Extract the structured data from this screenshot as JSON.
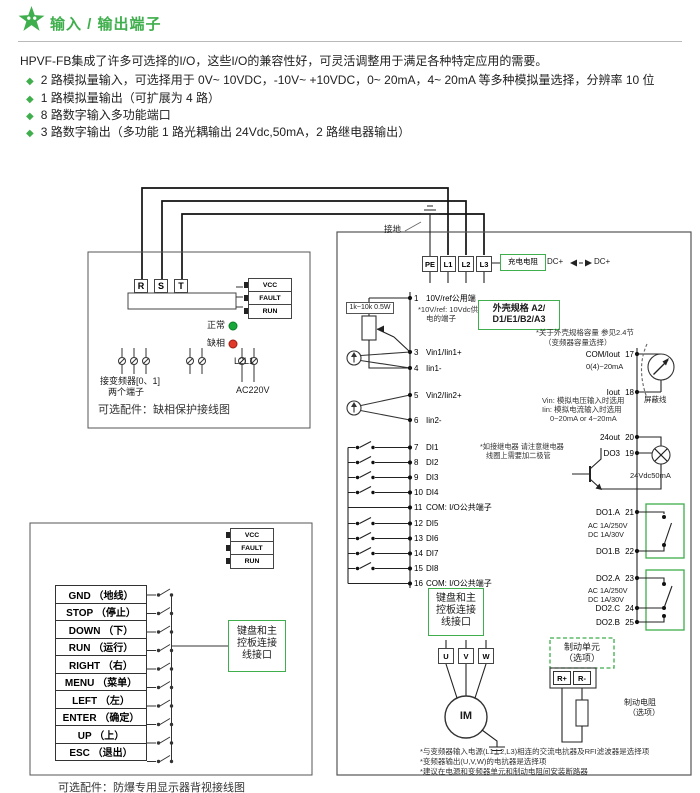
{
  "icons": {
    "diamond": "◆"
  },
  "palette": {
    "accent": "#3fae4c"
  },
  "header": {
    "title": "输入 / 输出端子"
  },
  "intro": "HPVF-FB集成了许多可选择的I/O，这些I/O的兼容性好，可灵活调整用于满足各种特定应用的需要。",
  "bullets": [
    "2 路模拟量输入，可选择用于 0V~ 10VDC，-10V~ +10VDC，0~ 20mA，4~ 20mA 等多种模拟量选择，分辨率 10 位",
    "1 路模拟量输出（可扩展为 4 路）",
    "8 路数字输入多功能端口",
    "3 路数字输出（多功能 1 路光耦输出 24Vdc,50mA，2 路继电器输出）"
  ],
  "phase_box": {
    "rst": [
      "R",
      "S",
      "T"
    ],
    "status": [
      "VCC",
      "FAULT",
      "RUN"
    ],
    "led_ok": "正常",
    "led_fault": "缺相",
    "note_line1": "接变频器[0、1]",
    "note_line2": "两个端子",
    "l2l1": "L2L1",
    "ac": "AC220V",
    "caption": "可选配件：缺相保护接线图"
  },
  "display_box": {
    "status": [
      "VCC",
      "FAULT",
      "RUN"
    ],
    "keys": [
      "GND （地线）",
      "STOP （停止）",
      "DOWN （下）",
      "RUN （运行）",
      "RIGHT （右）",
      "MENU （菜单）",
      "LEFT （左）",
      "ENTER （确定）",
      "UP （上）",
      "ESC （退出）"
    ],
    "connector": [
      "键盘和主",
      "控板连接",
      "线接口"
    ],
    "caption": "可选配件：防爆专用显示器背视接线图"
  },
  "inverter": {
    "ground_label": "接地",
    "power_terminals": [
      "PE",
      "L1",
      "L2",
      "L3"
    ],
    "charge_box": "充电电阻",
    "dc_left": "DC+",
    "dc_right": "DC+",
    "enclosure_box": [
      "外壳规格 A2/",
      "D1/E1/B2/A3"
    ],
    "enclosure_note": [
      "*关于外壳规格容量 参见2.4节",
      "（变频器容量选择）"
    ],
    "pot_label": "1k~10k 0.5W",
    "ref_row": {
      "num": "1",
      "label": "10V/ref公用端"
    },
    "ref_note": [
      "*10V/ref: 10Vdc供",
      "电的端子"
    ],
    "analog_rows": [
      {
        "num": "3",
        "label": "Vin1/Iin1+"
      },
      {
        "num": "4",
        "label": "Iin1-"
      },
      {
        "num": "5",
        "label": "Vin2/Iin2+"
      },
      {
        "num": "6",
        "label": "Iin2-"
      }
    ],
    "vin_note": [
      "Vin: 模拟电压输入时选用",
      "Iin: 模拟电流输入时选用",
      "0~20mA or 4~20mA"
    ],
    "digital_rows": [
      {
        "num": "7",
        "label": "DI1"
      },
      {
        "num": "8",
        "label": "DI2"
      },
      {
        "num": "9",
        "label": "DI3"
      },
      {
        "num": "10",
        "label": "DI4"
      },
      {
        "num": "11",
        "label": "COM: I/O公共端子"
      },
      {
        "num": "12",
        "label": "DI5"
      },
      {
        "num": "13",
        "label": "DI6"
      },
      {
        "num": "14",
        "label": "DI7"
      },
      {
        "num": "15",
        "label": "DI8"
      },
      {
        "num": "16",
        "label": "COM: I/O公共端子"
      }
    ],
    "analog_out": {
      "com_label": "COM/Iout",
      "com_num": "17",
      "range": "0(4)~20mA",
      "iout_label": "Iout",
      "iout_num": "18",
      "shield": "屏蔽线"
    },
    "digital_out": {
      "out24_label": "24out",
      "out24_num": "20",
      "do3_label": "DO3",
      "do3_num": "19",
      "lamp_rating": "24Vdc50mA",
      "relay_note": [
        "*如接继电器 请注意继电器",
        "线圈上需要加二极管"
      ],
      "do1_a": {
        "label": "DO1.A",
        "num": "21"
      },
      "do1_b": {
        "label": "DO1.B",
        "num": "22"
      },
      "do1_rating": [
        "AC 1A/250V",
        "DC 1A/30V"
      ],
      "do2_a": {
        "label": "DO2.A",
        "num": "23"
      },
      "do2_c": {
        "label": "DO2.C",
        "num": "24"
      },
      "do2_b": {
        "label": "DO2.B",
        "num": "25"
      },
      "do2_rating": [
        "AC 1A/250V",
        "DC 1A/30V"
      ]
    },
    "keypad_box": [
      "键盘和主",
      "控板连接",
      "线接口"
    ],
    "output_terminals": [
      "U",
      "V",
      "W"
    ],
    "motor_label": "IM",
    "brake_unit": [
      "制动单元",
      "（选项）"
    ],
    "brake_terminals": [
      "R+",
      "R-"
    ],
    "brake_resistor": [
      "制动电阻",
      "（选项）"
    ],
    "footnotes": [
      "*与变频器输入电源(L1,L2,L3)相连的交流电抗器及RFI滤波器是选择项",
      "*变频器输出(U,V,W)的电抗器是选择项",
      "*建议在电源和变频器单元和制动电阻间安装断路器"
    ]
  }
}
